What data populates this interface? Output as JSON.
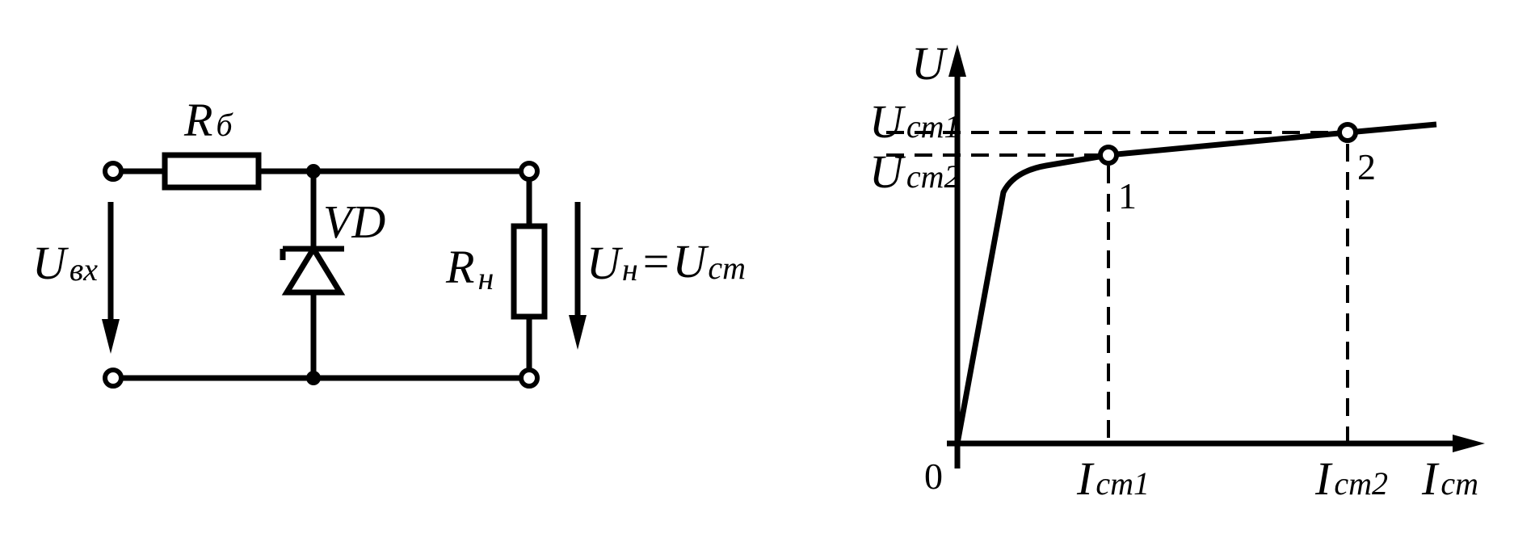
{
  "circuit": {
    "r_ballast": {
      "main": "R",
      "sub": "б"
    },
    "diode": "VD",
    "u_in": {
      "main": "U",
      "sub": "вх"
    },
    "r_load": {
      "main": "R",
      "sub": "н"
    },
    "u_out": {
      "main1": "U",
      "sub1": "н",
      "eq": "=",
      "main2": "U",
      "sub2": "ст"
    }
  },
  "graph": {
    "y_axis": "U",
    "x_axis": {
      "main": "I",
      "sub": "ст"
    },
    "origin": "0",
    "u1": {
      "main": "U",
      "sub": "ст1"
    },
    "u2": {
      "main": "U",
      "sub": "ст2"
    },
    "i1": {
      "main": "I",
      "sub": "ст1"
    },
    "i2": {
      "main": "I",
      "sub": "ст2"
    },
    "point1": "1",
    "point2": "2"
  }
}
